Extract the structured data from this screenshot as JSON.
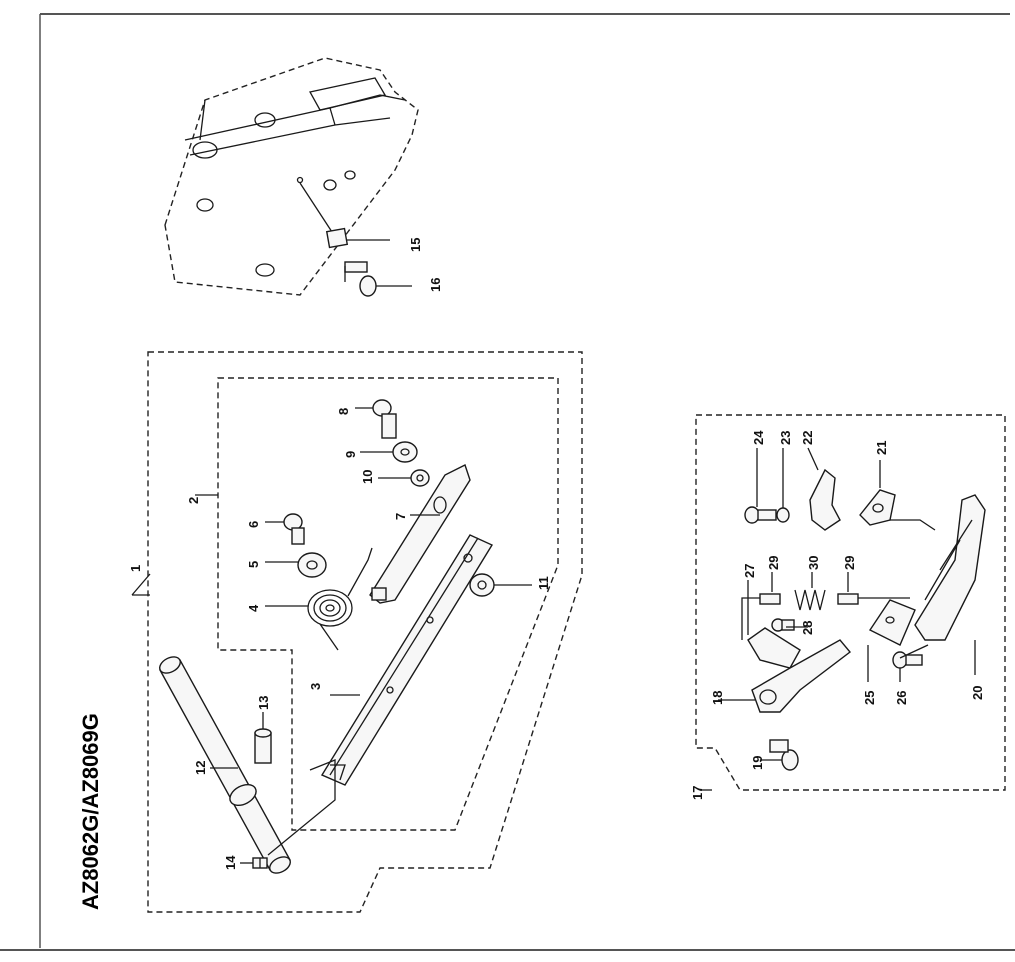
{
  "title": "AZ8062G/AZ8069G",
  "labels": {
    "l1": "1",
    "l2": "2",
    "l3": "3",
    "l4": "4",
    "l5": "5",
    "l6": "6",
    "l7": "7",
    "l8": "8",
    "l9": "9",
    "l10": "10",
    "l11": "11",
    "l12": "12",
    "l13": "13",
    "l14": "14",
    "l15": "15",
    "l16": "16",
    "l17": "17",
    "l18": "18",
    "l19": "19",
    "l20": "20",
    "l21": "21",
    "l22": "22",
    "l23": "23",
    "l24": "24",
    "l25": "25",
    "l26": "26",
    "l27": "27",
    "l28": "28",
    "l29a": "29",
    "l29b": "29",
    "l30": "30"
  }
}
